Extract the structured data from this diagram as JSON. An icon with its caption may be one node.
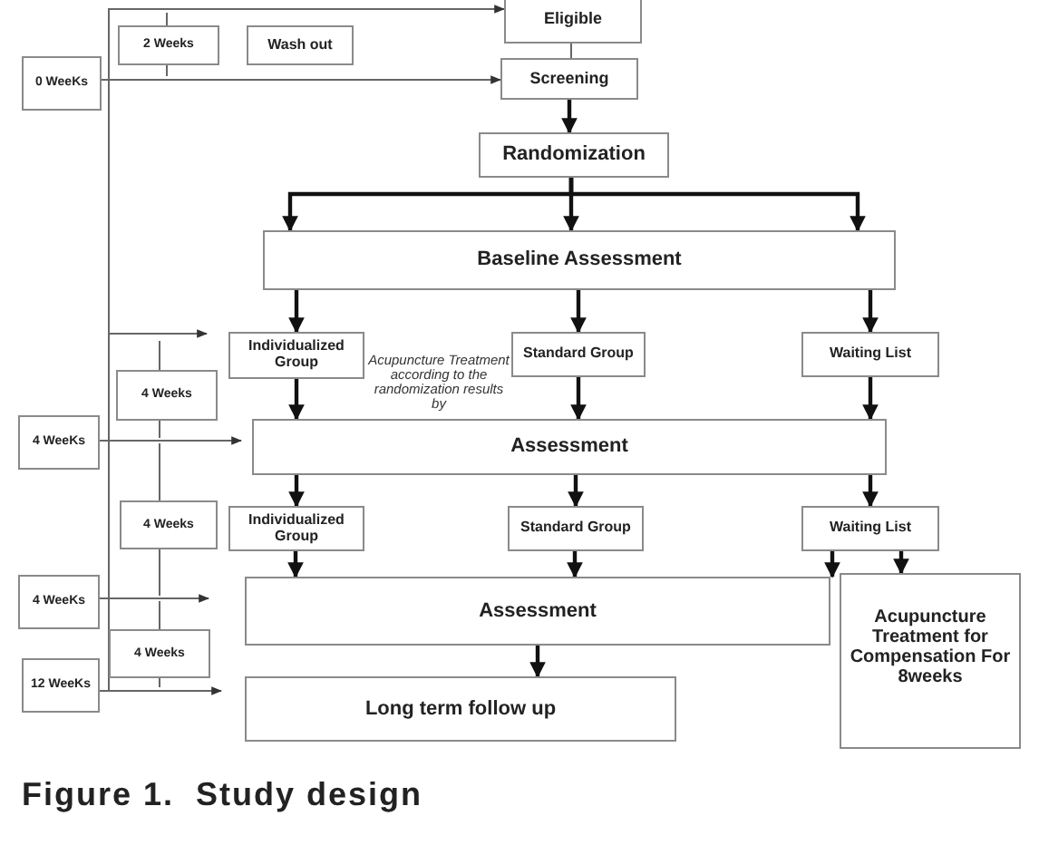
{
  "diagram": {
    "caption": "Figure 1.  Study design",
    "nodes": [
      {
        "text": [
          "Eligible"
        ]
      },
      {
        "text": [
          "Screening"
        ]
      },
      {
        "text": [
          "Randomization"
        ]
      },
      {
        "text": [
          "Baseline Assessment"
        ]
      },
      {
        "text": [
          "Individualized Group"
        ]
      },
      {
        "text": [
          "Standard Group"
        ]
      },
      {
        "text": [
          "Waiting List"
        ]
      },
      {
        "text": [
          "Assessment"
        ]
      },
      {
        "text": [
          "Individualized Group"
        ]
      },
      {
        "text": [
          "Standard Group"
        ]
      },
      {
        "text": [
          "Waiting List"
        ]
      },
      {
        "text": [
          "Assessment"
        ]
      },
      {
        "text": [
          "Acupuncture Treatment for Compensation For 8weeks"
        ]
      },
      {
        "text": [
          "Long term follow up"
        ]
      },
      {
        "text": [
          "0 WeeKs"
        ]
      },
      {
        "text": [
          "2 Weeks"
        ]
      },
      {
        "text": [
          "Wash out"
        ]
      },
      {
        "text": [
          "4 Weeks"
        ]
      },
      {
        "text": [
          "4 WeeKs"
        ]
      },
      {
        "text": [
          "4 Weeks"
        ]
      },
      {
        "text": [
          "4 WeeKs"
        ]
      },
      {
        "text": [
          "4 Weeks"
        ]
      },
      {
        "text": [
          "12 WeeKs"
        ]
      }
    ],
    "edges": [
      {
        "from": 14,
        "to": 0,
        "arrow": "to",
        "color": "#666666"
      },
      {
        "from": 14,
        "to": 1,
        "arrow": "to",
        "color": "#666666"
      },
      {
        "from": 0,
        "to": 1,
        "arrow": "none",
        "color": "#666666"
      },
      {
        "from": 1,
        "to": 2,
        "arrow": "to"
      },
      {
        "from": 2,
        "to": 3,
        "arrow": "to"
      },
      {
        "from": 2,
        "to": 3,
        "arrow": "to"
      },
      {
        "from": 2,
        "to": 3,
        "arrow": "to"
      },
      {
        "from": 3,
        "to": 4,
        "arrow": "to"
      },
      {
        "from": 3,
        "to": 5,
        "arrow": "to"
      },
      {
        "from": 3,
        "to": 6,
        "arrow": "to"
      },
      {
        "from": null,
        "to": 4,
        "arrow": "to",
        "color": "#666666"
      },
      {
        "from": 4,
        "to": 7,
        "arrow": "to"
      },
      {
        "from": 5,
        "to": 7,
        "arrow": "to"
      },
      {
        "from": 6,
        "to": 7,
        "arrow": "to"
      },
      {
        "from": 18,
        "to": 7,
        "arrow": "to",
        "color": "#666666"
      },
      {
        "from": 7,
        "to": 8,
        "arrow": "to"
      },
      {
        "from": 7,
        "to": 9,
        "arrow": "to"
      },
      {
        "from": 7,
        "to": 10,
        "arrow": "to"
      },
      {
        "from": 8,
        "to": 11,
        "arrow": "to"
      },
      {
        "from": 9,
        "to": 11,
        "arrow": "to"
      },
      {
        "from": 10,
        "to": 11,
        "arrow": "to"
      },
      {
        "from": 10,
        "to": 12,
        "arrow": "to"
      },
      {
        "from": 20,
        "to": 11,
        "arrow": "to",
        "color": "#666666"
      },
      {
        "from": 11,
        "to": 13,
        "arrow": "to"
      },
      {
        "from": 22,
        "to": 13,
        "arrow": "to",
        "color": "#666666"
      }
    ],
    "labels": [
      "Acupuncture Treatment according to the randomization results by"
    ]
  }
}
